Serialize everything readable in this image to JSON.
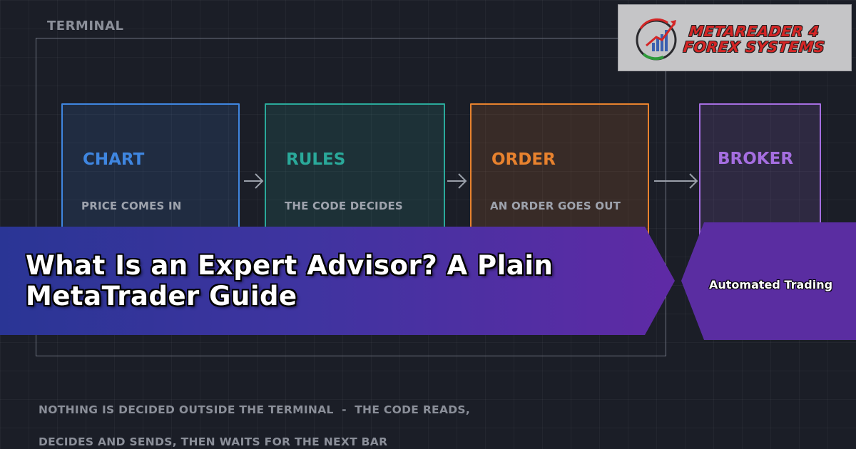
{
  "terminal": {
    "label": "TERMINAL"
  },
  "steps": [
    {
      "title": "CHART",
      "description": "PRICE COMES IN",
      "color": "#3f86e0"
    },
    {
      "title": "RULES",
      "description": "THE CODE DECIDES",
      "color": "#2aa99a"
    },
    {
      "title": "ORDER",
      "description": "AN ORDER GOES OUT",
      "color": "#e8822e"
    },
    {
      "title": "BROKER",
      "description": "",
      "color": "#a56ee0"
    }
  ],
  "footnote": {
    "line1": "NOTHING IS DECIDED OUTSIDE THE TERMINAL  -  THE CODE READS,",
    "line2": "DECIDES AND SENDS, THEN WAITS FOR THE NEXT BAR"
  },
  "banner": {
    "title": "What Is an Expert Advisor? A Plain MetaTrader Guide"
  },
  "tag": {
    "label": "Automated Trading"
  },
  "logo": {
    "line1": "METAREADER 4",
    "line2": "FOREX SYSTEMS"
  },
  "colors": {
    "background": "#1b1e27",
    "banner_start": "#2a3595",
    "banner_end": "#5f2aa5",
    "tag": "#5a2da1",
    "logo_text": "#d42626"
  }
}
